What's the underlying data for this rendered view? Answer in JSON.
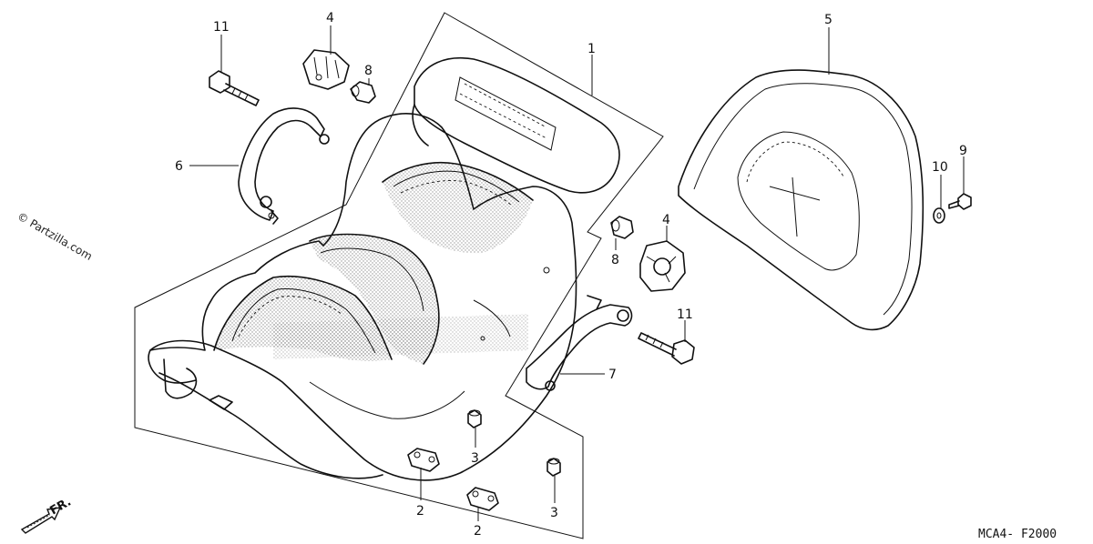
{
  "watermark": "© Partzilla.com",
  "diagram_code": "MCA4- F2000",
  "front_indicator": "FR.",
  "callouts": {
    "seat": "1",
    "bracket_a": "2",
    "bracket_b": "2",
    "cushion_a": "3",
    "cushion_b": "3",
    "knob_left": "4",
    "knob_right": "4",
    "backrest": "5",
    "stay_left": "6",
    "stay_right": "7",
    "collar_left": "8",
    "collar_right": "8",
    "bolt_small": "9",
    "washer": "10",
    "bolt_left": "11",
    "bolt_right": "11"
  }
}
